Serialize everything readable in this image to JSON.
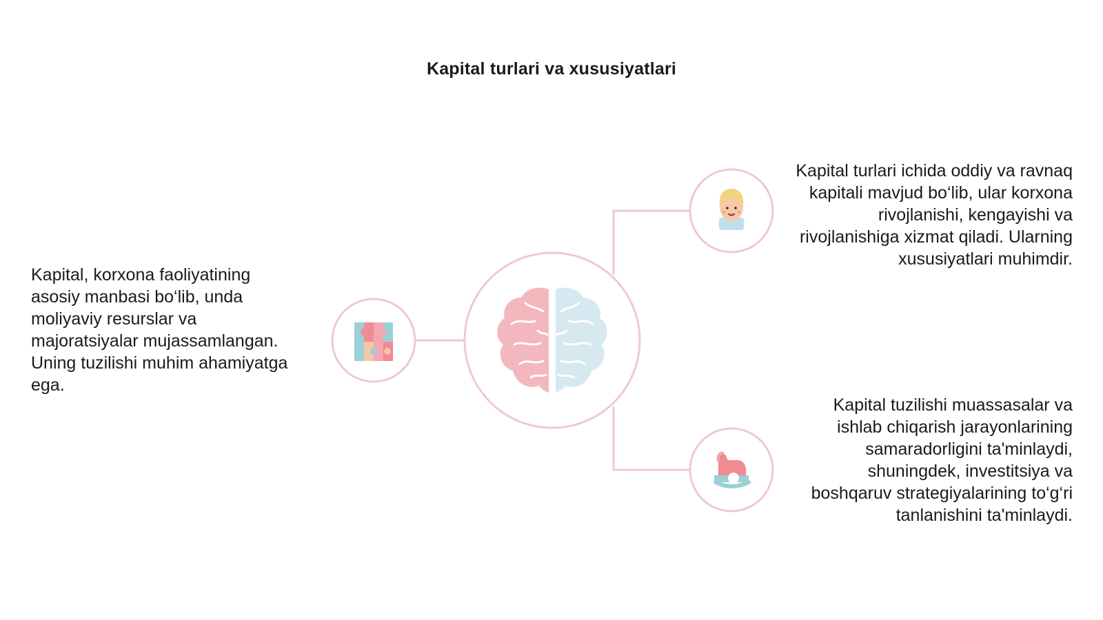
{
  "title": "Kapital turlari va xususiyatlari",
  "nodes": {
    "left": {
      "icon": "puzzle-icon",
      "text": "Kapital, korxona faoliyatining asosiy manbasi bo‘lib, unda moliyaviy resurslar va majoratsiyalar mujassamlangan. Uning tuzilishi muhim ahamiyatga ega."
    },
    "right_top": {
      "icon": "child-face-icon",
      "text": "Kapital turlari ichida oddiy va ravnaq kapitali mavjud bo‘lib, ular korxona rivojlanishi, kengayishi va rivojlanishiga xizmat qiladi. Ularning xususiyatlari muhimdir."
    },
    "right_bottom": {
      "icon": "rocking-horse-icon",
      "text": "Kapital tuzilishi muassasalar va ishlab chiqarish jarayonlarining samaradorligini ta'minlaydi, shuningdek, investitsiya va boshqaruv strategiyalarining to‘g‘ri tanlanishini ta'minlaydi."
    },
    "center": {
      "icon": "brain-icon"
    }
  },
  "colors": {
    "ring": "#f0c8cc",
    "connector": "#f0c8cc",
    "brain_left": "#f2b8bd",
    "brain_right": "#d6e9f0",
    "text": "#1a1a1a"
  }
}
